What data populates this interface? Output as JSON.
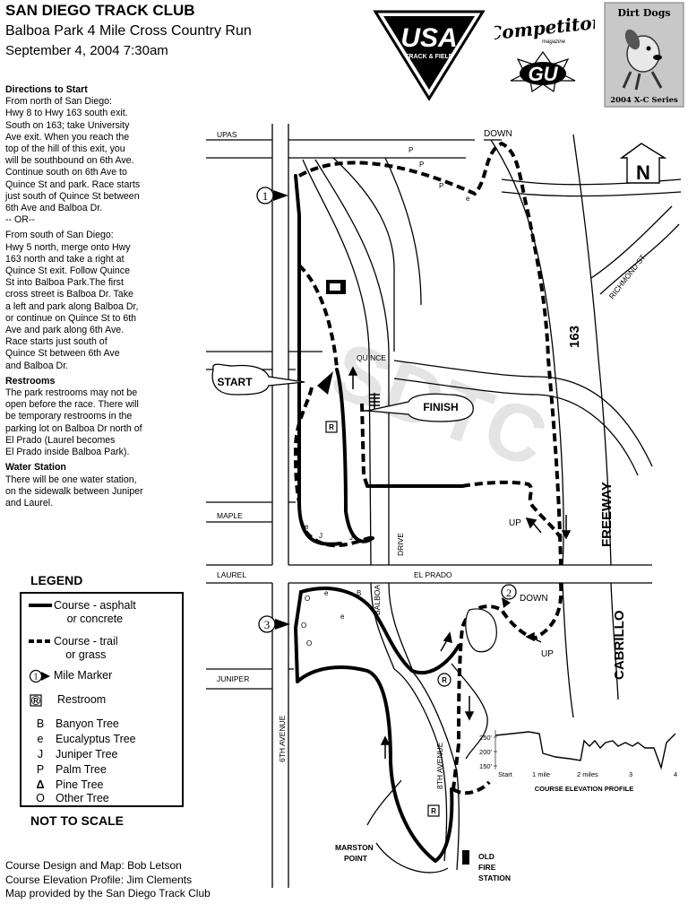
{
  "header": {
    "club": "SAN DIEGO TRACK CLUB",
    "event": "Balboa Park 4 Mile Cross Country Run",
    "date": "September 4, 2004  7:30am"
  },
  "sponsors": {
    "usa_main": "USA",
    "usa_sub": "TRACK & FIELD",
    "competitor": "Competitor",
    "competitor_sub": "magazine",
    "gu": "GU",
    "dirt_dogs": "Dirt Dogs",
    "dirt_dogs_series": "2004 X-C Series"
  },
  "directions": {
    "title": "Directions to Start",
    "north": "From north of San Diego:\nHwy 8 to Hwy 163 south exit.\nSouth on 163; take University\nAve exit. When you reach the\ntop of the hill of this exit, you\nwill be southbound on 6th Ave.\nContinue south on 6th Ave to\nQuince St and park. Race starts\njust south of Quince St between\n6th Ave and Balboa Dr.\n-- OR--",
    "south": "From south of San Diego:\nHwy 5 north, merge onto Hwy\n163 north and take a right at\nQuince St exit. Follow Quince\nSt into Balboa Park.The first\ncross street is Balboa Dr. Take\na left and park along Balboa Dr,\nor continue on Quince St to 6th\nAve and park along 6th Ave.\nRace starts just south of\nQuince St between 6th Ave\nand Balboa Dr."
  },
  "restrooms": {
    "title": "Restrooms",
    "text": "The park restrooms may not be\nopen before the race. There will\nbe temporary restrooms in the\nparking lot on Balboa Dr north of\nEl Prado (Laurel becomes\nEl Prado inside Balboa Park)."
  },
  "water": {
    "title": "Water Station",
    "text": "There will be one water station,\non the sidewalk between Juniper\nand Laurel."
  },
  "legend": {
    "title": "LEGEND",
    "asphalt": "Course - asphalt\nor concrete",
    "trail": "Course - trail\nor grass",
    "mile_marker": "Mile Marker",
    "mile_marker_symbol": "1",
    "restroom": "Restroom",
    "restroom_symbol": "R",
    "trees": [
      {
        "key": "B",
        "name": "Banyon Tree"
      },
      {
        "key": "e",
        "name": "Eucalyptus Tree"
      },
      {
        "key": "J",
        "name": "Juniper Tree"
      },
      {
        "key": "P",
        "name": "Palm Tree"
      },
      {
        "key": "Δ",
        "name": "Pine Tree"
      },
      {
        "key": "O",
        "name": "Other Tree"
      }
    ],
    "not_to_scale": "NOT TO SCALE"
  },
  "map": {
    "streets": {
      "upas": "UPAS",
      "quince": "QUINCE",
      "maple": "MAPLE",
      "laurel": "LAUREL",
      "el_prado": "EL PRADO",
      "juniper": "JUNIPER",
      "sixth": "6TH AVENUE",
      "eighth": "8TH AVENUE",
      "balboa": "BALBOA",
      "drive": "DRIVE",
      "richmond": "RICHMOND ST",
      "hwy": "163",
      "freeway": "FREEWAY",
      "cabrillo": "CABRILLO"
    },
    "labels": {
      "start": "START",
      "finish": "FINISH",
      "down1": "DOWN",
      "down2": "DOWN",
      "up1": "UP",
      "up2": "UP",
      "north": "N",
      "marston1": "MARSTON",
      "marston2": "POINT",
      "old1": "OLD",
      "old2": "FIRE",
      "old3": "STATION"
    },
    "mile_markers": [
      "1",
      "2",
      "3"
    ],
    "restroom_symbol": "R"
  },
  "elevation": {
    "title": "COURSE ELEVATION PROFILE",
    "y_ticks": [
      "250'",
      "200'",
      "150'"
    ],
    "x_ticks": [
      "Start",
      "1 mile",
      "2 miles",
      "3",
      "4"
    ]
  },
  "credits": {
    "line1": "Course Design and Map: Bob Letson",
    "line2": "Course Elevation Profile: Jim Clements",
    "line3": "Map provided by the San Diego Track Club"
  }
}
